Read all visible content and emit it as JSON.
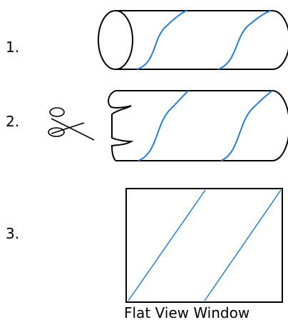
{
  "steps": [
    {
      "label": "1."
    },
    {
      "label": "2."
    },
    {
      "label": "3."
    }
  ],
  "caption": "Flat View Window",
  "colors": {
    "outline": "#000000",
    "helix": "#1f7fe0",
    "background": "#ffffff"
  },
  "icons": {
    "cut_tool": "scissors-icon"
  }
}
